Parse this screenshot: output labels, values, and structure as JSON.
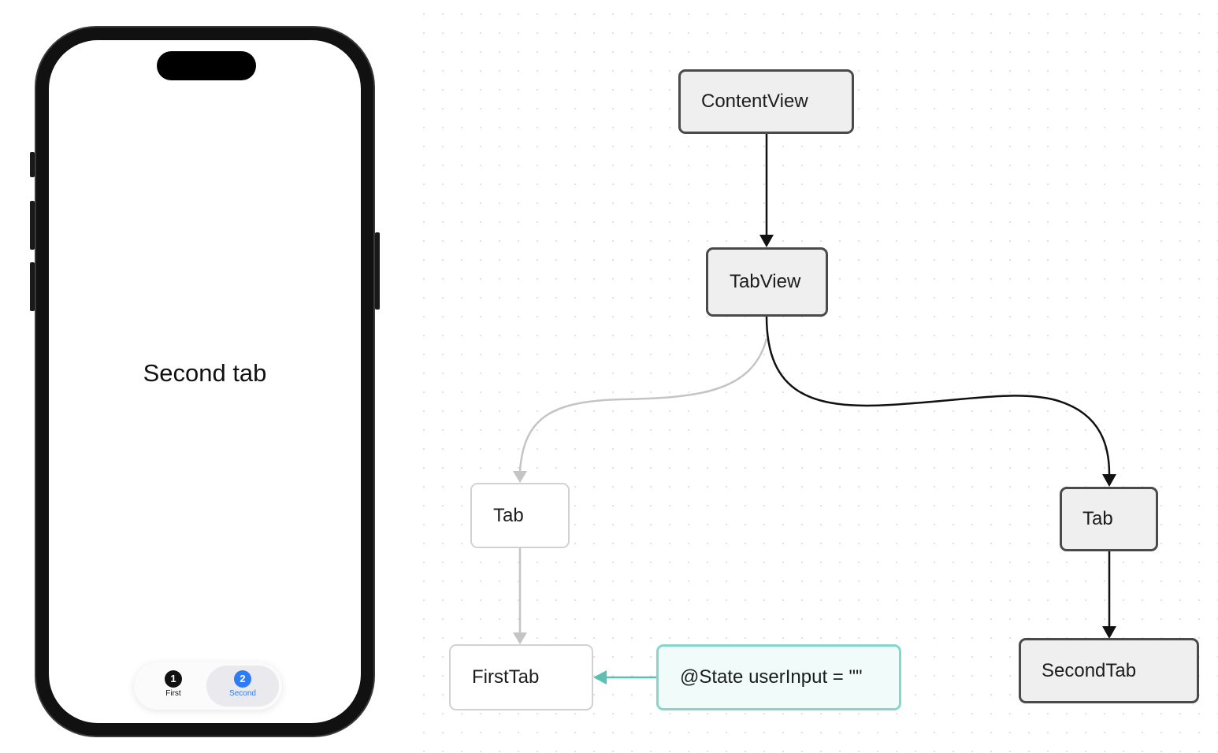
{
  "phone": {
    "screen_text": "Second tab",
    "tabs": [
      {
        "badge": "1",
        "label": "First",
        "selected": false,
        "color": "#111111"
      },
      {
        "badge": "2",
        "label": "Second",
        "selected": true,
        "color": "#2f7bf5"
      }
    ]
  },
  "diagram": {
    "nodes": {
      "content_view": "ContentView",
      "tab_view": "TabView",
      "tab_left": "Tab",
      "tab_right": "Tab",
      "first_tab": "FirstTab",
      "second_tab": "SecondTab",
      "state": "@State userInput = \"\""
    },
    "colors": {
      "active_edge": "#111111",
      "inactive_edge": "#c4c4c4",
      "state_edge": "#5bbfb3"
    }
  }
}
